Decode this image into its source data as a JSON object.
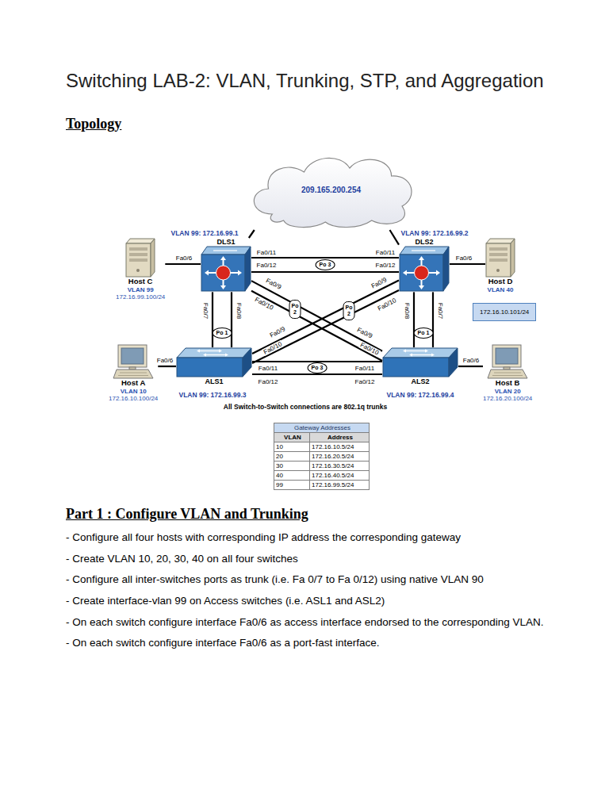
{
  "diagram": {
    "title": "Switching LAB-2: VLAN, Trunking, STP, and Aggregation",
    "nodes": [
      {
        "text": [
          "209.165.200.254"
        ]
      },
      {
        "text": [
          "Host C",
          "VLAN 99",
          "172.16.99.100/24"
        ]
      },
      {
        "text": [
          "DLS1"
        ]
      },
      {
        "text": [
          "DLS2"
        ]
      },
      {
        "text": [
          "Host D",
          "VLAN 40"
        ]
      },
      {
        "text": [
          "172.16.10.101/24"
        ]
      },
      {
        "text": [
          "Host A",
          "VLAN 10",
          "172.16.10.100/24"
        ]
      },
      {
        "text": [
          "ALS1"
        ]
      },
      {
        "text": [
          "ALS2"
        ]
      },
      {
        "text": [
          "Host B",
          "VLAN 20",
          "172.16.20.100/24"
        ]
      }
    ],
    "edges": [
      {
        "from": 1,
        "to": 2,
        "arrow": "none"
      },
      {
        "from": 2,
        "to": 3,
        "arrow": "none"
      },
      {
        "from": 2,
        "to": 3,
        "arrow": "none"
      },
      {
        "from": 3,
        "to": 4,
        "arrow": "none"
      },
      {
        "from": 2,
        "to": 0,
        "arrow": "none"
      },
      {
        "from": 3,
        "to": 0,
        "arrow": "none"
      },
      {
        "from": 2,
        "to": 7,
        "arrow": "none"
      },
      {
        "from": 2,
        "to": 7,
        "arrow": "none"
      },
      {
        "from": 2,
        "to": 8,
        "arrow": "none"
      },
      {
        "from": 2,
        "to": 8,
        "arrow": "none"
      },
      {
        "from": 3,
        "to": 7,
        "arrow": "none"
      },
      {
        "from": 3,
        "to": 7,
        "arrow": "none"
      },
      {
        "from": 3,
        "to": 8,
        "arrow": "none"
      },
      {
        "from": 3,
        "to": 8,
        "arrow": "none"
      },
      {
        "from": 7,
        "to": 8,
        "arrow": "none"
      },
      {
        "from": 7,
        "to": 8,
        "arrow": "none"
      },
      {
        "from": 6,
        "to": 7,
        "arrow": "none"
      },
      {
        "from": 8,
        "to": 9,
        "arrow": "none"
      }
    ],
    "labels": [
      "Topology",
      "VLAN 99: 172.16.99.1",
      "VLAN 99: 172.16.99.2",
      "VLAN 99: 172.16.99.3",
      "VLAN 99: 172.16.99.4",
      "Fa0/6",
      "Fa0/11",
      "Fa0/12",
      "Fa0/9",
      "Fa0/10",
      "Fa0/7",
      "Fa0/8",
      "Fa0/11",
      "Fa0/12",
      "Fa0/9",
      "Fa0/10",
      "Fa0/6",
      "Fa0/8",
      "Fa0/7",
      "Fa0/6",
      "Fa0/9",
      "Fa0/10",
      "Fa0/11",
      "Fa0/12",
      "Fa0/9",
      "Fa0/10",
      "Fa0/11",
      "Fa0/12",
      "Fa0/6",
      "Po 3",
      "Po 1",
      "Po 2",
      "Po 2",
      "Po 1",
      "Po 3",
      "All Switch-to-Switch connections are 802.1q trunks",
      "Gateway Addresses",
      "VLAN",
      "Address",
      "10",
      "172.16.10.5/24",
      "20",
      "172.16.20.5/24",
      "30",
      "172.16.30.5/24",
      "40",
      "172.16.40.5/24",
      "99",
      "172.16.99.5/24",
      "Part 1 : Configure VLAN and Trunking",
      "- Configure all four hosts with corresponding IP address the corresponding gateway",
      "- Create VLAN 10, 20, 30, 40 on all four switches",
      "- Configure all inter-switches ports as trunk (i.e. Fa 0/7 to Fa 0/12) using native VLAN 90",
      "- Create interface-vlan 99 on Access switches (i.e. ASL1 and ASL2)",
      "- On each switch configure interface Fa0/6 as access interface endorsed to the corresponding VLAN.",
      "- On each switch configure interface Fa0/6 as a port-fast interface."
    ]
  }
}
